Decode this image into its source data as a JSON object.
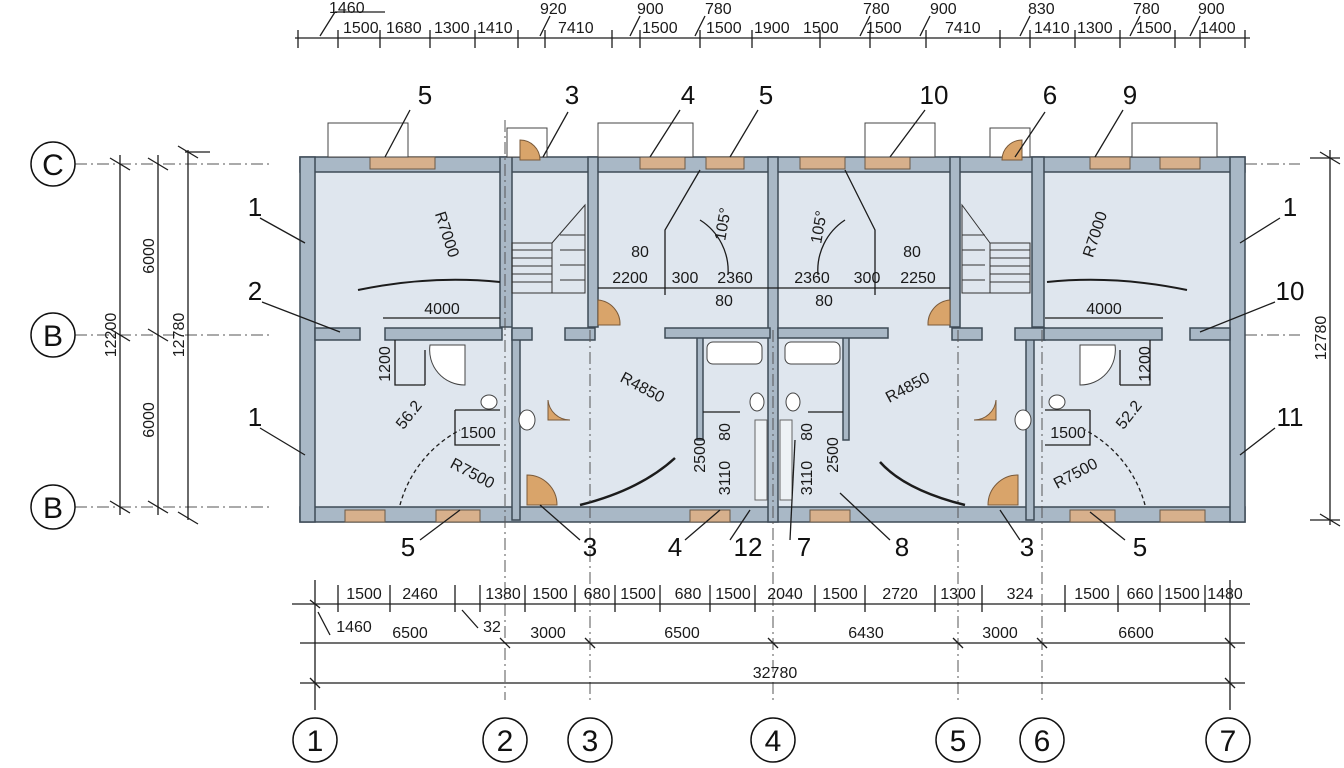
{
  "top_dims_row1": [
    "1460",
    "920",
    "900",
    "780",
    "780",
    "900",
    "830",
    "780",
    "900"
  ],
  "top_dims_row2": [
    "1500",
    "1680",
    "1300",
    "1410",
    "7410",
    "1500",
    "1500",
    "1900",
    "1500",
    "1500",
    "7410",
    "1410",
    "1300",
    "1500",
    "1400"
  ],
  "bottom_dims_row1": [
    "1500",
    "2460",
    "1380",
    "1500",
    "680",
    "1500",
    "680",
    "1500",
    "2040",
    "1500",
    "2720",
    "1300",
    "324",
    "1500",
    "660",
    "1500",
    "1480"
  ],
  "bottom_dims_row2": [
    "1460",
    "6500",
    "32",
    "3000",
    "6500",
    "6430",
    "3000",
    "6600"
  ],
  "bottom_total": "32780",
  "axes_vertical": [
    "1",
    "2",
    "3",
    "4",
    "5",
    "6",
    "7"
  ],
  "axes_horizontal": [
    "C",
    "B",
    "B"
  ],
  "left_dims": [
    "6000",
    "6000",
    "12200",
    "12780"
  ],
  "right_dim": "12780",
  "callouts_top": [
    "5",
    "3",
    "4",
    "5",
    "10",
    "6",
    "9"
  ],
  "callouts_left": [
    "1",
    "2",
    "1"
  ],
  "callouts_right": [
    "1",
    "10",
    "11"
  ],
  "callouts_bottom": [
    "5",
    "3",
    "4",
    "12",
    "7",
    "8",
    "3",
    "5"
  ],
  "room_labels": {
    "r7000_left": "R7000",
    "r7000_right": "R7000",
    "w4000_left": "4000",
    "w4000_right": "4000",
    "r4850_left": "R4850",
    "r4850_right": "R4850",
    "r7500_left": "R7500",
    "r7500_right": "R7500",
    "d1200_left": "1200",
    "d1200_right": "1200",
    "d1500_left": "1500",
    "d1500_right": "1500",
    "d562_left": "56.2",
    "d522_right": "52.2",
    "ang_left": "105°",
    "ang_right": "105°",
    "d80a": "80",
    "d80b": "80",
    "d80c": "80",
    "d80d": "80",
    "d2200": "2200",
    "d300a": "300",
    "d2360a": "2360",
    "d2360b": "2360",
    "d300b": "300",
    "d2250": "2250",
    "v2500a": "2500",
    "v3110a": "3110",
    "v80a": "80",
    "v2500b": "2500",
    "v3110b": "3110",
    "v80b": "80"
  }
}
